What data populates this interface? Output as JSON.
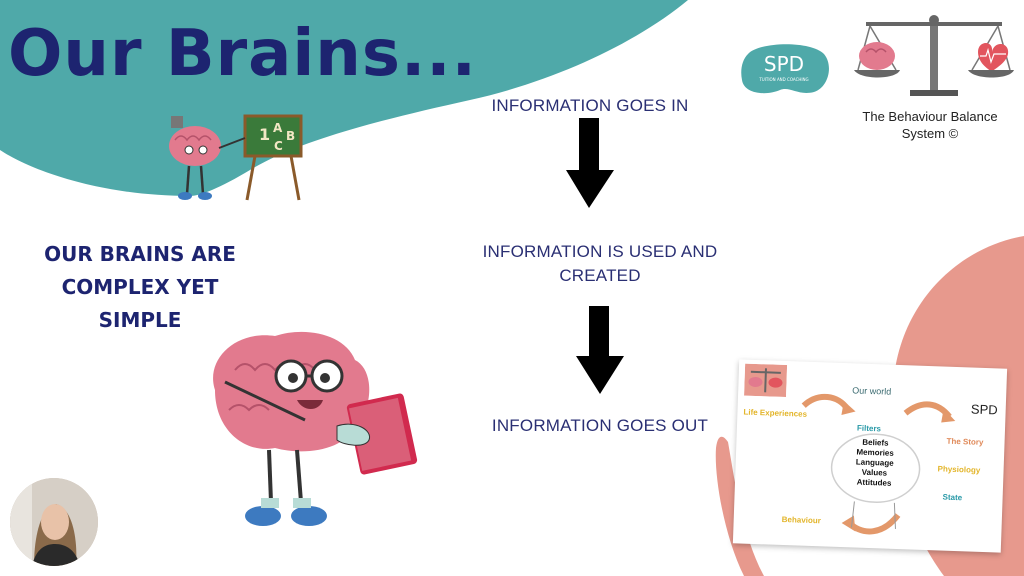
{
  "title": "Our Brains...",
  "left_heading": {
    "line1": "OUR BRAINS ARE",
    "line2": "COMPLEX YET",
    "line3": "SIMPLE"
  },
  "flow": {
    "step_in": "INFORMATION GOES IN",
    "step_used_line1": "INFORMATION IS USED AND",
    "step_used_line2": "CREATED",
    "step_out": "INFORMATION GOES OUT"
  },
  "logos": {
    "spd_text": "SPD",
    "spd_subtext": "TUITION AND COACHING",
    "balance_caption_line1": "The Behaviour Balance",
    "balance_caption_line2": "System ©"
  },
  "chalkboard": {
    "c1": "1",
    "c2": "A",
    "c3": "B",
    "c4": "C"
  },
  "card": {
    "our_world": "Our world",
    "spd": "SPD",
    "life_experiences": "Life Experiences",
    "filters": "Filters",
    "beliefs": "Beliefs",
    "memories": "Memories",
    "language": "Language",
    "values": "Values",
    "attitudes": "Attitudes",
    "the_story": "The Story",
    "physiology": "Physiology",
    "state": "State",
    "behaviour": "Behaviour"
  },
  "colors": {
    "teal": "#4fa9a9",
    "pink": "#e7998d",
    "navy": "#1d2470",
    "brain_pink": "#e27a8e"
  }
}
